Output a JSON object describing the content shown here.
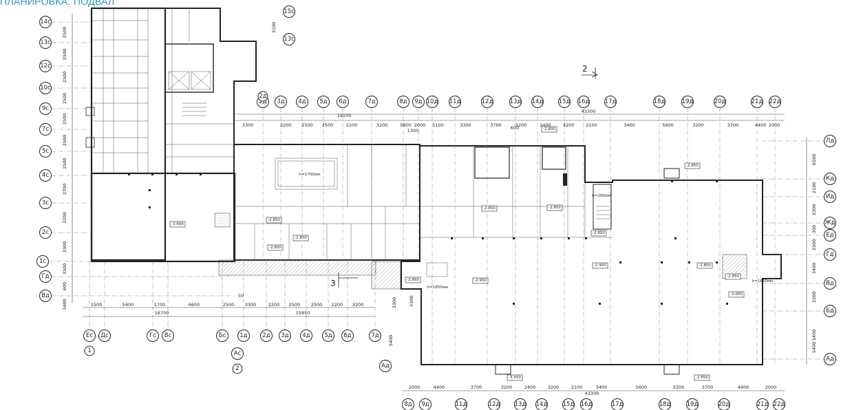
{
  "title": "ПЛАНИРОВКА. ПОДВАЛ",
  "section_mark": "2",
  "section_mark_3": "3",
  "axes_left": [
    "14с",
    "13с",
    "12с",
    "10с",
    "9с",
    "7с",
    "5с",
    "4с",
    "3с",
    "2с",
    "1с",
    "Гд",
    "Вд"
  ],
  "axes_top_left": [
    "15с",
    "13с"
  ],
  "axes_top": [
    "2д",
    "3д",
    "4д",
    "5д",
    "6д",
    "7д",
    "8д",
    "9д",
    "10д",
    "11д",
    "12д",
    "13д",
    "14д",
    "15д",
    "16д",
    "17д",
    "18д",
    "19д",
    "20д",
    "21д",
    "22д"
  ],
  "axes_top_extra": [
    "2д"
  ],
  "axes_right": [
    "Лд",
    "Кд",
    "Ид",
    "Жд",
    "Ед",
    "Гд",
    "Вд",
    "Бд",
    "Ад"
  ],
  "axes_bottom_left": [
    "Ес",
    "Дс",
    "Гс",
    "Вс",
    "Бс",
    "1д",
    "2д",
    "3д",
    "4д",
    "5д",
    "6д",
    "7д"
  ],
  "axes_bottom_sub": [
    "1",
    "Ас",
    "2"
  ],
  "axes_bottom_right_left": [
    "Ад"
  ],
  "axes_bottom_right": [
    "8д",
    "9д",
    "11д",
    "12д",
    "13д",
    "14д",
    "15д",
    "16д",
    "17д",
    "18д",
    "19д",
    "20д",
    "21д",
    "22д"
  ],
  "dims_left": [
    "2500",
    "2500",
    "2500",
    "2500",
    "2500",
    "2500",
    "2500",
    "2700",
    "3200",
    "3300",
    "3500",
    "600",
    "3400"
  ],
  "dims_top_left": [
    "3100"
  ],
  "dims_top": [
    "3300",
    "2200",
    "2500",
    "2500",
    "2200",
    "3200",
    "3800",
    "2000",
    "1100",
    "3300",
    "3700",
    "3200",
    "2400",
    "3200",
    "2100",
    "3400",
    "5600",
    "3200",
    "3700",
    "4400",
    "2000"
  ],
  "dims_top_totals": [
    "19100",
    "43300"
  ],
  "dims_right": [
    "6500",
    "2100",
    "3300",
    "300",
    "2500",
    "3400",
    "3300",
    "5400"
  ],
  "dims_bottom_left": [
    "1500",
    "5400",
    "1700",
    "6600",
    "2500",
    "3300",
    "2200",
    "2500",
    "2500",
    "2200",
    "3200"
  ],
  "dims_bottom_totals": [
    "16700",
    "15950"
  ],
  "dims_bottom_right": [
    "2000",
    "4400",
    "3700",
    "3200",
    "2400",
    "3200",
    "2100",
    "3400",
    "5600",
    "3200",
    "3700",
    "4400",
    "2000"
  ],
  "dims_bottom_right_total": [
    "43300"
  ],
  "dims_misc": [
    "50",
    "3300",
    "5400",
    "1300",
    "600",
    "3300",
    "5400"
  ],
  "levels": [
    "-3.600",
    "-2.600",
    "-2.850",
    "-2.850",
    "-2.850",
    "-2.850",
    "-2.850",
    "-2.850",
    "-2.850",
    "-2.950",
    "-2.950",
    "-2.950",
    "-2.850",
    "-3.000",
    "-2.850",
    "-3.500",
    "-2.850"
  ],
  "labels": [
    "h=1700мм",
    "h=1850мм",
    "h=1850мм",
    "h=1850мм"
  ]
}
